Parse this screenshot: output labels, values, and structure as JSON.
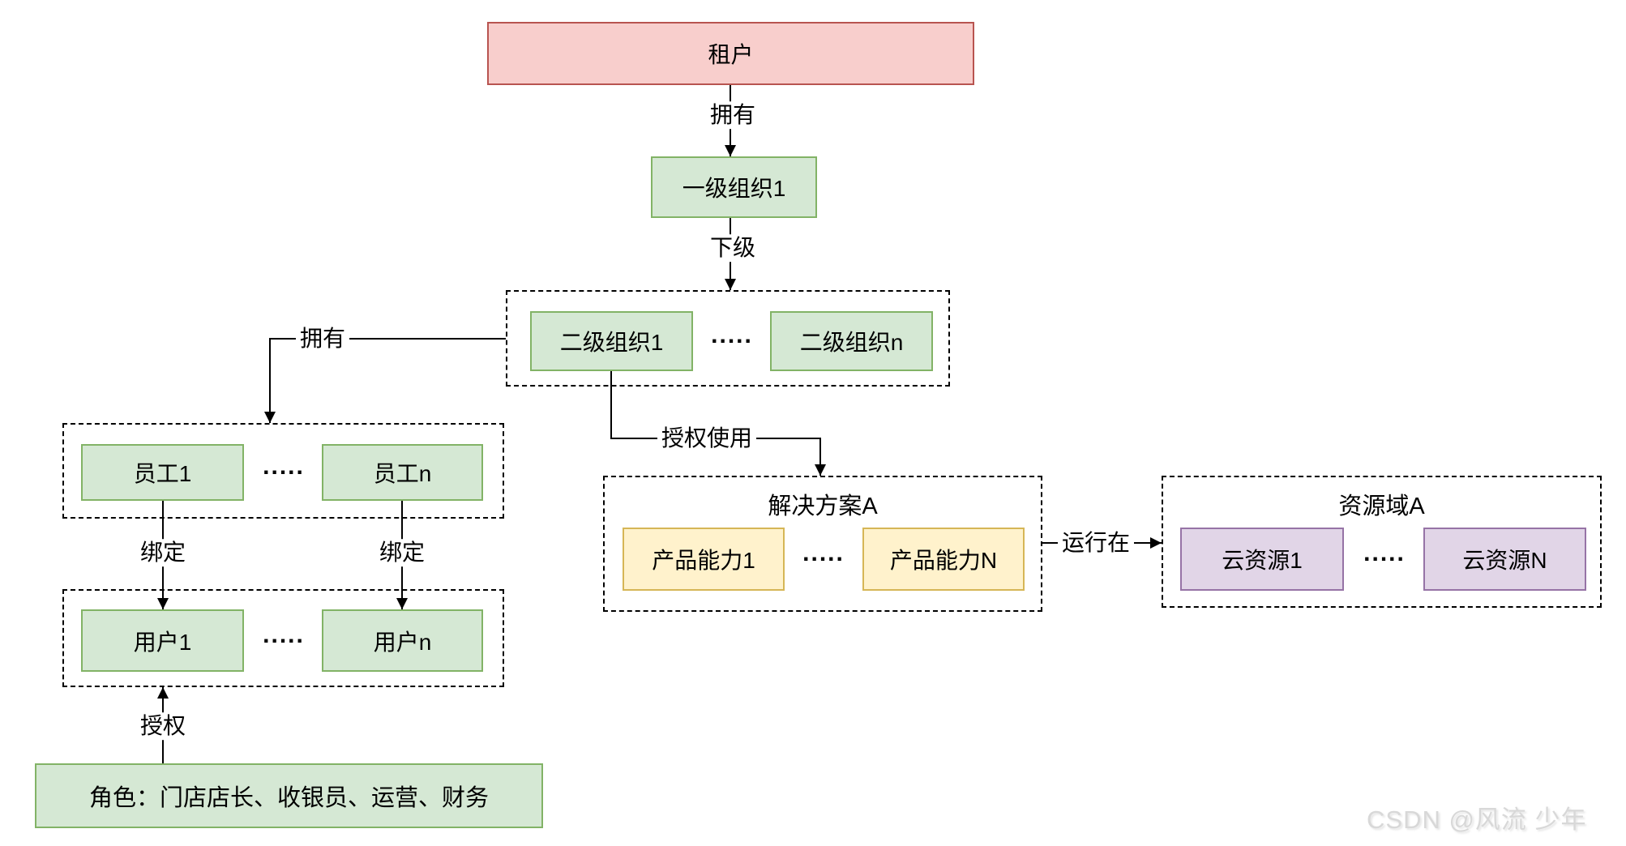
{
  "diagram": {
    "nodes": {
      "tenant": "租户",
      "org_level1": "一级组织1",
      "org_level2_first": "二级组织1",
      "org_level2_last": "二级组织n",
      "employee_first": "员工1",
      "employee_last": "员工n",
      "user_first": "用户1",
      "user_last": "用户n",
      "roles": "角色：门店店长、收银员、运营、财务",
      "capability_first": "产品能力1",
      "capability_last": "产品能力N",
      "cloud_resource_first": "云资源1",
      "cloud_resource_last": "云资源N"
    },
    "group_titles": {
      "solution": "解决方案A",
      "resource_domain": "资源域A"
    },
    "edge_labels": {
      "owns_top": "拥有",
      "subordinate": "下级",
      "owns_left": "拥有",
      "bind_left": "绑定",
      "bind_right": "绑定",
      "authorize": "授权",
      "authorized_use": "授权使用",
      "runs_on": "运行在"
    },
    "ellipsis": ".....",
    "watermark": "CSDN @风流 少年",
    "colors": {
      "tenant_fill": "#f8cecc",
      "tenant_border": "#b85450",
      "org_fill": "#d5e8d4",
      "org_border": "#82b366",
      "capability_fill": "#fff2cc",
      "capability_border": "#d6b656",
      "resource_fill": "#e1d5e7",
      "resource_border": "#9673a6",
      "line": "#000000",
      "watermark": "#d8d8d8"
    }
  }
}
